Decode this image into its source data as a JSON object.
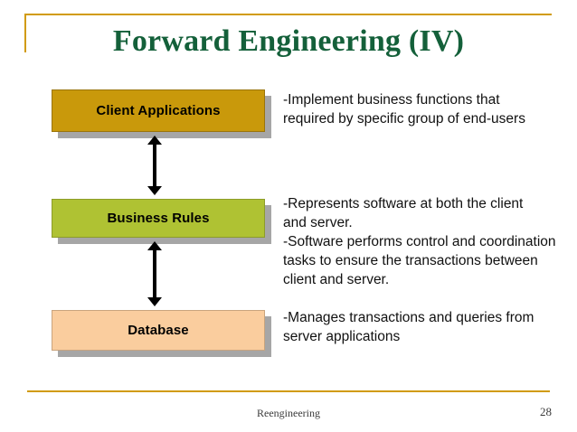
{
  "slide": {
    "title": "Forward Engineering (IV)",
    "title_color": "#14603A",
    "accent_color": "#D19B0C",
    "background_color": "#FFFFFF"
  },
  "diagram": {
    "layers": [
      {
        "id": "client",
        "label": "Client Applications",
        "fill_color": "#C9990B",
        "description": "-Implement business functions that\nrequired by specific group of end-users"
      },
      {
        "id": "rules",
        "label": "Business Rules",
        "fill_color": "#AFC233",
        "description": "-Represents software at both the client\nand server.\n-Software performs control and coordination\ntasks to ensure the transactions between\nclient and server."
      },
      {
        "id": "database",
        "label": "Database",
        "fill_color": "#FACD9E",
        "description": "-Manages transactions and queries from\nserver applications"
      }
    ],
    "connectors": [
      {
        "id": "client-to-rules",
        "type": "double-arrow-vertical-icon"
      },
      {
        "id": "rules-to-database",
        "type": "double-arrow-vertical-icon"
      }
    ]
  },
  "footer": {
    "text": "Reengineering",
    "page_number": "28"
  }
}
